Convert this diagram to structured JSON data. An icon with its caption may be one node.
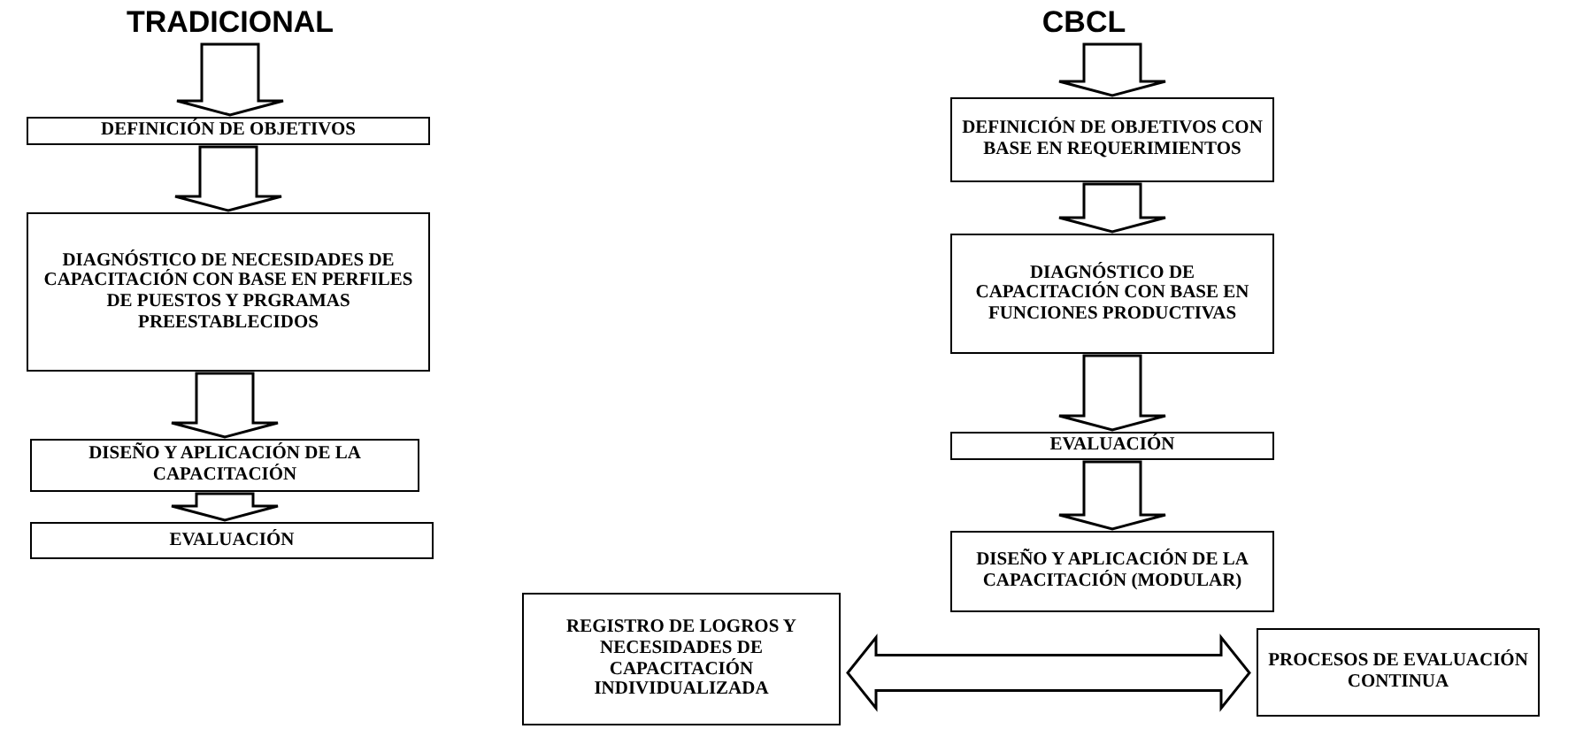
{
  "diagram": {
    "nodes": [
      {
        "text": [
          "TRADICIONAL"
        ]
      },
      {
        "text": [
          "DEFINICIÓN DE OBJETIVOS"
        ]
      },
      {
        "text": [
          "DIAGNÓSTICO DE NECESIDADES DE CAPACITACIÓN CON BASE EN PERFILES DE PUESTOS Y PRGRAMAS PREESTABLECIDOS"
        ]
      },
      {
        "text": [
          "DISEÑO Y APLICACIÓN DE LA CAPACITACIÓN"
        ]
      },
      {
        "text": [
          "EVALUACIÓN"
        ]
      },
      {
        "text": [
          "CBCL"
        ]
      },
      {
        "text": [
          "DEFINICIÓN DE OBJETIVOS CON BASE EN REQUERIMIENTOS"
        ]
      },
      {
        "text": [
          "DIAGNÓSTICO DE CAPACITACIÓN CON BASE EN FUNCIONES PRODUCTIVAS"
        ]
      },
      {
        "text": [
          "EVALUACIÓN"
        ]
      },
      {
        "text": [
          "DISEÑO Y APLICACIÓN DE LA CAPACITACIÓN (MODULAR)"
        ]
      },
      {
        "text": [
          "REGISTRO DE LOGROS Y NECESIDADES DE CAPACITACIÓN INDIVIDUALIZADA"
        ]
      },
      {
        "text": [
          "PROCESOS DE EVALUACIÓN CONTINUA"
        ]
      }
    ],
    "edges": [
      {
        "from": 0,
        "to": 1,
        "arrow": "to"
      },
      {
        "from": 1,
        "to": 2,
        "arrow": "to"
      },
      {
        "from": 2,
        "to": 3,
        "arrow": "to"
      },
      {
        "from": 3,
        "to": 4,
        "arrow": "to"
      },
      {
        "from": 5,
        "to": 6,
        "arrow": "to"
      },
      {
        "from": 6,
        "to": 7,
        "arrow": "to"
      },
      {
        "from": 7,
        "to": 8,
        "arrow": "to"
      },
      {
        "from": 8,
        "to": 9,
        "arrow": "to"
      },
      {
        "from": 10,
        "to": 11,
        "arrow": "both"
      }
    ]
  }
}
